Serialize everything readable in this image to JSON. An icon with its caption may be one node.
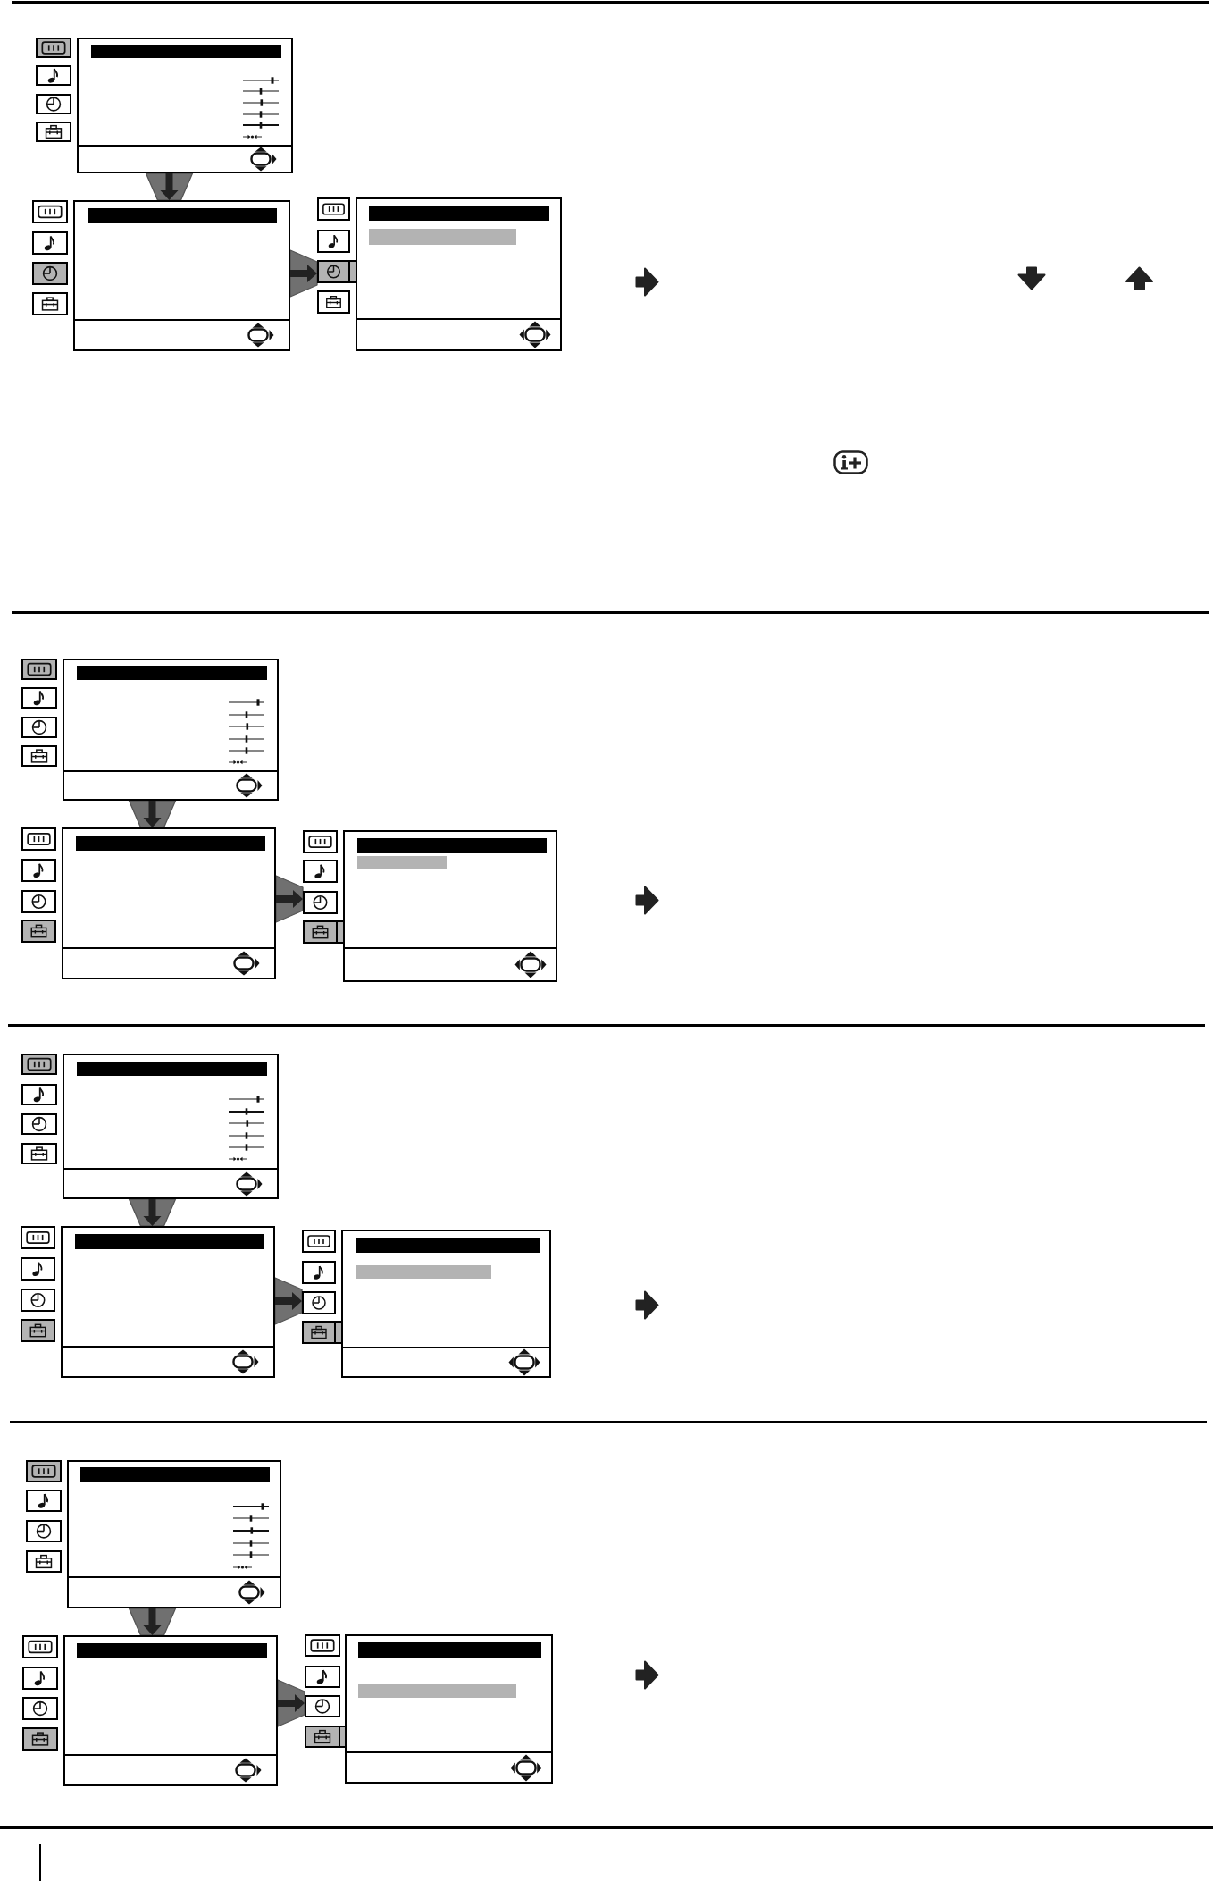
{
  "diagram": {
    "nodes": [
      {
        "text": [],
        "shape": "picture"
      },
      {
        "text": [],
        "shape": "bar",
        "in": 0
      },
      {
        "text": [],
        "shape": "picture"
      },
      {
        "text": [],
        "shape": "bar",
        "in": 2
      },
      {
        "text": [],
        "shape": "picture"
      },
      {
        "text": [],
        "shape": "bar",
        "in": 4
      },
      {
        "text": [],
        "shape": "picture"
      },
      {
        "text": [],
        "shape": "bar",
        "in": 6
      },
      {
        "text": [],
        "shape": "picture"
      },
      {
        "text": [],
        "shape": "bar",
        "in": 8
      },
      {
        "text": [],
        "shape": "picture"
      },
      {
        "text": [],
        "shape": "bar",
        "in": 10
      },
      {
        "text": [],
        "shape": "picture"
      },
      {
        "text": [],
        "shape": "bar",
        "in": 12
      },
      {
        "text": [],
        "shape": "picture"
      },
      {
        "text": [],
        "shape": "bar",
        "in": 14
      },
      {
        "text": [],
        "shape": "picture"
      },
      {
        "text": [],
        "shape": "bar",
        "in": 16
      },
      {
        "text": [],
        "shape": "picture"
      },
      {
        "text": [],
        "shape": "bar",
        "in": 18
      },
      {
        "text": [],
        "shape": "picture"
      },
      {
        "text": [],
        "shape": "bar",
        "in": 20
      },
      {
        "text": [],
        "shape": "picture"
      },
      {
        "text": [],
        "shape": "bar",
        "in": 22
      }
    ],
    "edges": [
      {
        "from": 0,
        "to": 2,
        "arrow": "to"
      },
      {
        "from": 2,
        "to": 4,
        "arrow": "to"
      },
      {
        "from": 6,
        "to": 8,
        "arrow": "to"
      },
      {
        "from": 8,
        "to": 10,
        "arrow": "to"
      },
      {
        "from": 12,
        "to": 14,
        "arrow": "to"
      },
      {
        "from": 14,
        "to": 16,
        "arrow": "to"
      },
      {
        "from": 18,
        "to": 20,
        "arrow": "to"
      },
      {
        "from": 20,
        "to": 22,
        "arrow": "to"
      }
    ]
  }
}
